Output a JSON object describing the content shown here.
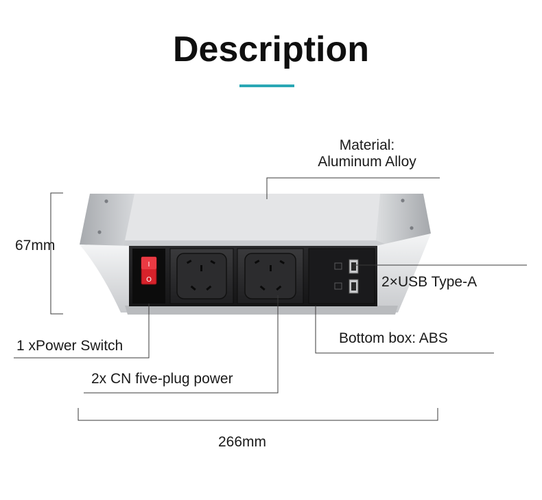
{
  "title": "Description",
  "colors": {
    "accent": "#2aa8b5",
    "switch_red": "#d8222b"
  },
  "labels": {
    "material_line1": "Material:",
    "material_line2": "Aluminum Alloy",
    "height": "67mm",
    "usb": "2×USB Type-A",
    "power_switch": "1 xPower Switch",
    "bottom_box": "Bottom box: ABS",
    "cn_plug": "2x CN five-plug power",
    "width": "266mm"
  }
}
